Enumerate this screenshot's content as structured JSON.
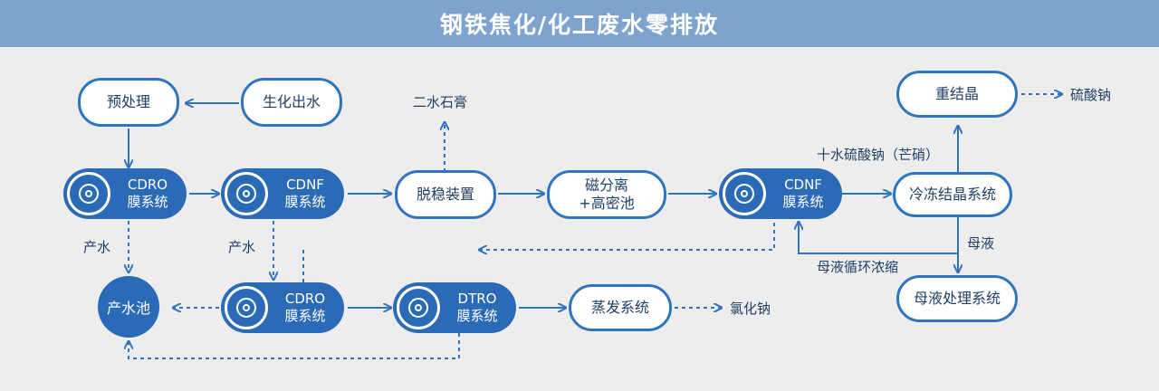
{
  "title": "钢铁焦化/化工废水零排放",
  "nodes": {
    "pretreat": "预处理",
    "bio_effluent": "生化出水",
    "cdro1": {
      "l1": "CDRO",
      "l2": "膜系统"
    },
    "cdnf1": {
      "l1": "CDNF",
      "l2": "膜系统"
    },
    "desilica": "脱稳装置",
    "magnetic": {
      "l1": "磁分离",
      "l2": "+高密池"
    },
    "cdnf2": {
      "l1": "CDNF",
      "l2": "膜系统"
    },
    "freeze": "冷冻结晶系统",
    "recryst": "重结晶",
    "mother_treat": "母液处理系统",
    "product_pool": "产水池",
    "cdro2": {
      "l1": "CDRO",
      "l2": "膜系统"
    },
    "dtro": {
      "l1": "DTRO",
      "l2": "膜系统"
    },
    "evap": "蒸发系统"
  },
  "labels": {
    "gypsum": "二水石膏",
    "sodium_sulfate": "硫酸钠",
    "mirabilite": "十水硫酸钠（芒硝）",
    "mother_liquor": "母液",
    "mother_recycle": "母液循环浓缩",
    "product_water_1": "产水",
    "product_water_2": "产水",
    "nacl": "氯化钠"
  },
  "colors": {
    "banner": "#7ea3cf",
    "primary": "#2a6ab7",
    "line": "#2f74c0",
    "text": "#1f3f66",
    "background": "#ededed"
  },
  "icons": {
    "membrane": "membrane-disc-icon"
  }
}
